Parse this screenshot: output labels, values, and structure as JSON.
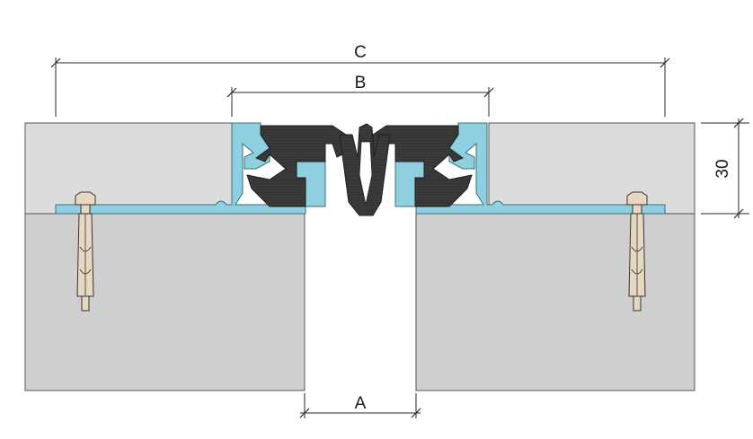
{
  "labels": {
    "dim_c": "C",
    "dim_b": "B",
    "dim_a": "A",
    "dim_height": "30"
  },
  "colors": {
    "concrete": "#cfcfcf",
    "screed": "#dcdcdc",
    "aluminium": "#8fd0e0",
    "rubber": "#3b3b3b",
    "anchor": "#e7d8c2",
    "line": "#2a2a2a"
  }
}
